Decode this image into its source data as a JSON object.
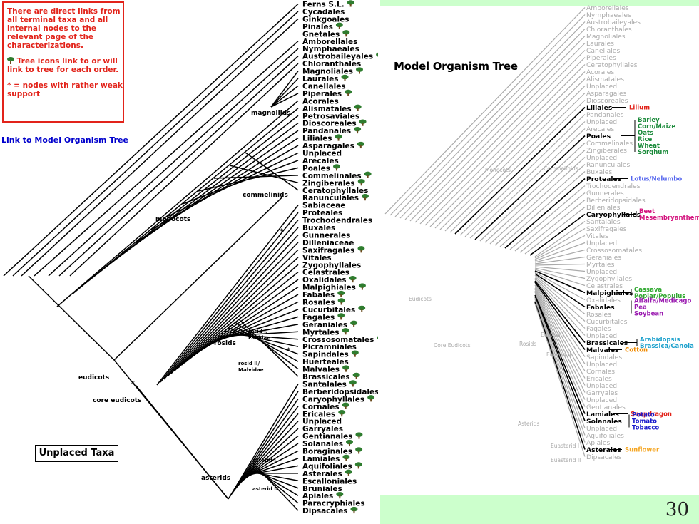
{
  "legend": {
    "text1": "There are direct links from all terminal taxa and all internal nodes to the relevant page of the characterizations.",
    "text2": "Tree icons link to or will link to tree for each order.",
    "text3": "* = nodes with rather weak support"
  },
  "link_model_tree": "Link to Model Organism Tree",
  "unplaced_taxa": "Unplaced Taxa",
  "model_tree_title": "Model Organism Tree",
  "page_number": "30",
  "left_tree": {
    "orders": [
      {
        "name": "Ferns S.L.",
        "icon": true
      },
      {
        "name": "Cycadales",
        "icon": false
      },
      {
        "name": "Ginkgoales",
        "icon": false
      },
      {
        "name": "Pinales",
        "icon": true
      },
      {
        "name": "Gnetales",
        "icon": true
      },
      {
        "name": "Amborellales",
        "icon": false
      },
      {
        "name": "Nymphaeales",
        "icon": false
      },
      {
        "name": "Austrobaileyales",
        "icon": true
      },
      {
        "name": "Chloranthales",
        "icon": false
      },
      {
        "name": "Magnoliales",
        "icon": true
      },
      {
        "name": "Laurales",
        "icon": true
      },
      {
        "name": "Canellales",
        "icon": false
      },
      {
        "name": "Piperales",
        "icon": true
      },
      {
        "name": "Acorales",
        "icon": false
      },
      {
        "name": "Alismatales",
        "icon": true
      },
      {
        "name": "Petrosaviales",
        "icon": false
      },
      {
        "name": "Dioscoreales",
        "icon": true
      },
      {
        "name": "Pandanales",
        "icon": true
      },
      {
        "name": "Liliales",
        "icon": true
      },
      {
        "name": "Asparagales",
        "icon": true
      },
      {
        "name": "Unplaced",
        "icon": false
      },
      {
        "name": "Arecales",
        "icon": false
      },
      {
        "name": "Poales",
        "icon": true
      },
      {
        "name": "Commelinales",
        "icon": true
      },
      {
        "name": "Zingiberales",
        "icon": true
      },
      {
        "name": "Ceratophyllales",
        "icon": false
      },
      {
        "name": "Ranunculales",
        "icon": true
      },
      {
        "name": "Sabiaceae",
        "icon": false
      },
      {
        "name": "Proteales",
        "icon": false
      },
      {
        "name": "Trochodendrales",
        "icon": false
      },
      {
        "name": "Buxales",
        "icon": false
      },
      {
        "name": "Gunnerales",
        "icon": false
      },
      {
        "name": "Dilleniaceae",
        "icon": false
      },
      {
        "name": "Saxifragales",
        "icon": true
      },
      {
        "name": "Vitales",
        "icon": false
      },
      {
        "name": "Zygophyllales",
        "icon": false
      },
      {
        "name": "Celastrales",
        "icon": false
      },
      {
        "name": "Oxalidales",
        "icon": true
      },
      {
        "name": "Malpighiales",
        "icon": true
      },
      {
        "name": "Fabales",
        "icon": true
      },
      {
        "name": "Rosales",
        "icon": true
      },
      {
        "name": "Cucurbitales",
        "icon": true
      },
      {
        "name": "Fagales",
        "icon": true
      },
      {
        "name": "Geraniales",
        "icon": true
      },
      {
        "name": "Myrtales",
        "icon": true
      },
      {
        "name": "Crossosomatales",
        "icon": true
      },
      {
        "name": "Picramniales",
        "icon": false
      },
      {
        "name": "Sapindales",
        "icon": true
      },
      {
        "name": "Huerteales",
        "icon": false
      },
      {
        "name": "Malvales",
        "icon": true
      },
      {
        "name": "Brassicales",
        "icon": true
      },
      {
        "name": "Santalales",
        "icon": true
      },
      {
        "name": "Berberidopsidales",
        "icon": false
      },
      {
        "name": "Caryophyllales",
        "icon": true
      },
      {
        "name": "Cornales",
        "icon": true
      },
      {
        "name": "Ericales",
        "icon": true
      },
      {
        "name": "Unplaced",
        "icon": false
      },
      {
        "name": "Garryales",
        "icon": false
      },
      {
        "name": "Gentianales",
        "icon": true
      },
      {
        "name": "Solanales",
        "icon": true
      },
      {
        "name": "Boraginales",
        "icon": true
      },
      {
        "name": "Lamiales",
        "icon": true
      },
      {
        "name": "Aquifoliales",
        "icon": true
      },
      {
        "name": "Asterales",
        "icon": true
      },
      {
        "name": "Escalloniales",
        "icon": false
      },
      {
        "name": "Bruniales",
        "icon": false
      },
      {
        "name": "Apiales",
        "icon": true
      },
      {
        "name": "Paracryphiales",
        "icon": false
      },
      {
        "name": "Dipsacales",
        "icon": true
      }
    ],
    "clades": {
      "magnoliids": "magnoliids",
      "monocots": "monocots",
      "commelinids": "commelinids",
      "eudicots": "eudicots",
      "core_eudicots": "core eudicots",
      "rosids": "rosids",
      "rosid_i": "rosid I/",
      "rosid_i_b": "Fabidae",
      "rosid_ii": "rosid II/",
      "rosid_ii_b": "Malvidae",
      "asterids": "asterids",
      "asterid_i": "asterid I",
      "asterid_ii": "asterid II"
    },
    "weak_support_mark": "*"
  },
  "right_tree": {
    "orders": [
      {
        "name": "Amborellales",
        "hl": false
      },
      {
        "name": "Nymphaeales",
        "hl": false
      },
      {
        "name": "Austrobaileyales",
        "hl": false
      },
      {
        "name": "Chloranthales",
        "hl": false
      },
      {
        "name": "Magnoliales",
        "hl": false
      },
      {
        "name": "Laurales",
        "hl": false
      },
      {
        "name": "Canellales",
        "hl": false
      },
      {
        "name": "Piperales",
        "hl": false
      },
      {
        "name": "Ceratophyllales",
        "hl": false
      },
      {
        "name": "Acorales",
        "hl": false
      },
      {
        "name": "Alismatales",
        "hl": false
      },
      {
        "name": "Unplaced",
        "hl": false
      },
      {
        "name": "Asparagales",
        "hl": false
      },
      {
        "name": "Dioscoreales",
        "hl": false
      },
      {
        "name": "Liliales",
        "hl": true
      },
      {
        "name": "Pandanales",
        "hl": false
      },
      {
        "name": "Unplaced",
        "hl": false
      },
      {
        "name": "Arecales",
        "hl": false
      },
      {
        "name": "Poales",
        "hl": true
      },
      {
        "name": "Commelinales",
        "hl": false
      },
      {
        "name": "Zingiberales",
        "hl": false
      },
      {
        "name": "Unplaced",
        "hl": false
      },
      {
        "name": "Ranunculales",
        "hl": false
      },
      {
        "name": "Buxales",
        "hl": false
      },
      {
        "name": "Proteales",
        "hl": true
      },
      {
        "name": "Trochodendrales",
        "hl": false
      },
      {
        "name": "Gunnerales",
        "hl": false
      },
      {
        "name": "Berberidopsidales",
        "hl": false
      },
      {
        "name": "Dilleniales",
        "hl": false
      },
      {
        "name": "Caryophyllales",
        "hl": true
      },
      {
        "name": "Santalales",
        "hl": false
      },
      {
        "name": "Saxifragales",
        "hl": false
      },
      {
        "name": "Vitales",
        "hl": false
      },
      {
        "name": "Unplaced",
        "hl": false
      },
      {
        "name": "Crossosomatales",
        "hl": false
      },
      {
        "name": "Geraniales",
        "hl": false
      },
      {
        "name": "Myrtales",
        "hl": false
      },
      {
        "name": "Unplaced",
        "hl": false
      },
      {
        "name": "Zygophyllales",
        "hl": false
      },
      {
        "name": "Celastrales",
        "hl": false
      },
      {
        "name": "Malpighiales",
        "hl": true
      },
      {
        "name": "Oxalidales",
        "hl": false
      },
      {
        "name": "Fabales",
        "hl": true
      },
      {
        "name": "Rosales",
        "hl": false
      },
      {
        "name": "Cucurbitales",
        "hl": false
      },
      {
        "name": "Fagales",
        "hl": false
      },
      {
        "name": "Unplaced",
        "hl": false
      },
      {
        "name": "Brassicales",
        "hl": true
      },
      {
        "name": "Malvales",
        "hl": true
      },
      {
        "name": "Sapindales",
        "hl": false
      },
      {
        "name": "Unplaced",
        "hl": false
      },
      {
        "name": "Cornales",
        "hl": false
      },
      {
        "name": "Ericales",
        "hl": false
      },
      {
        "name": "Unplaced",
        "hl": false
      },
      {
        "name": "Garryales",
        "hl": false
      },
      {
        "name": "Unplaced",
        "hl": false
      },
      {
        "name": "Gentianales",
        "hl": false
      },
      {
        "name": "Lamiales",
        "hl": true
      },
      {
        "name": "Solanales",
        "hl": true
      },
      {
        "name": "Unplaced",
        "hl": false
      },
      {
        "name": "Aquifoliales",
        "hl": false
      },
      {
        "name": "Apiales",
        "hl": false
      },
      {
        "name": "Asterales",
        "hl": true
      },
      {
        "name": "Dipsacales",
        "hl": false
      }
    ],
    "clades": {
      "monocots": "Monocots",
      "commelinids": "Commelinids",
      "eudicots": "Eudicots",
      "core_eudicots": "Core Eudicots",
      "rosids": "Rosids",
      "eurosid_i": "Eurosid I",
      "eurosid_ii": "Eurosid II",
      "asterids": "Asterids",
      "euasterid_i": "Euasterid I",
      "euasterid_ii": "Euasterid II"
    },
    "organisms": [
      {
        "order": "Liliales",
        "names": [
          "Lilium"
        ],
        "color": "#e2231a"
      },
      {
        "order": "Poales",
        "names": [
          "Barley",
          "Corn/Maize",
          "Oats",
          "Rice",
          "Wheat",
          "Sorghum"
        ],
        "color": "#1a8a3a"
      },
      {
        "order": "Proteales",
        "names": [
          "Lotus/Nelumbo"
        ],
        "color": "#5566ee"
      },
      {
        "order": "Caryophyllales",
        "names": [
          "Beet",
          "Mesembryanthemum"
        ],
        "color": "#d4157f"
      },
      {
        "order": "Malpighiales",
        "names": [
          "Cassava",
          "Poplar/Populus"
        ],
        "color": "#2fa82f"
      },
      {
        "order": "Fabales",
        "names": [
          "Alfalfa/Medicago",
          "Pea",
          "Soybean"
        ],
        "color": "#9a1ab0"
      },
      {
        "order": "Brassicales",
        "names": [
          "Arabidopsis",
          "Brassica/Canola"
        ],
        "color": "#1aa0cc"
      },
      {
        "order": "Malvales",
        "names": [
          "Cotton"
        ],
        "color": "#f08a00"
      },
      {
        "order": "Lamiales",
        "names": [
          "Snapdragon"
        ],
        "color": "#e2231a"
      },
      {
        "order": "Solanales",
        "names": [
          "Potato",
          "Tomato",
          "Tobacco"
        ],
        "color": "#1a1acc"
      },
      {
        "order": "Asterales",
        "names": [
          "Sunflower"
        ],
        "color": "#f5a623"
      }
    ]
  }
}
